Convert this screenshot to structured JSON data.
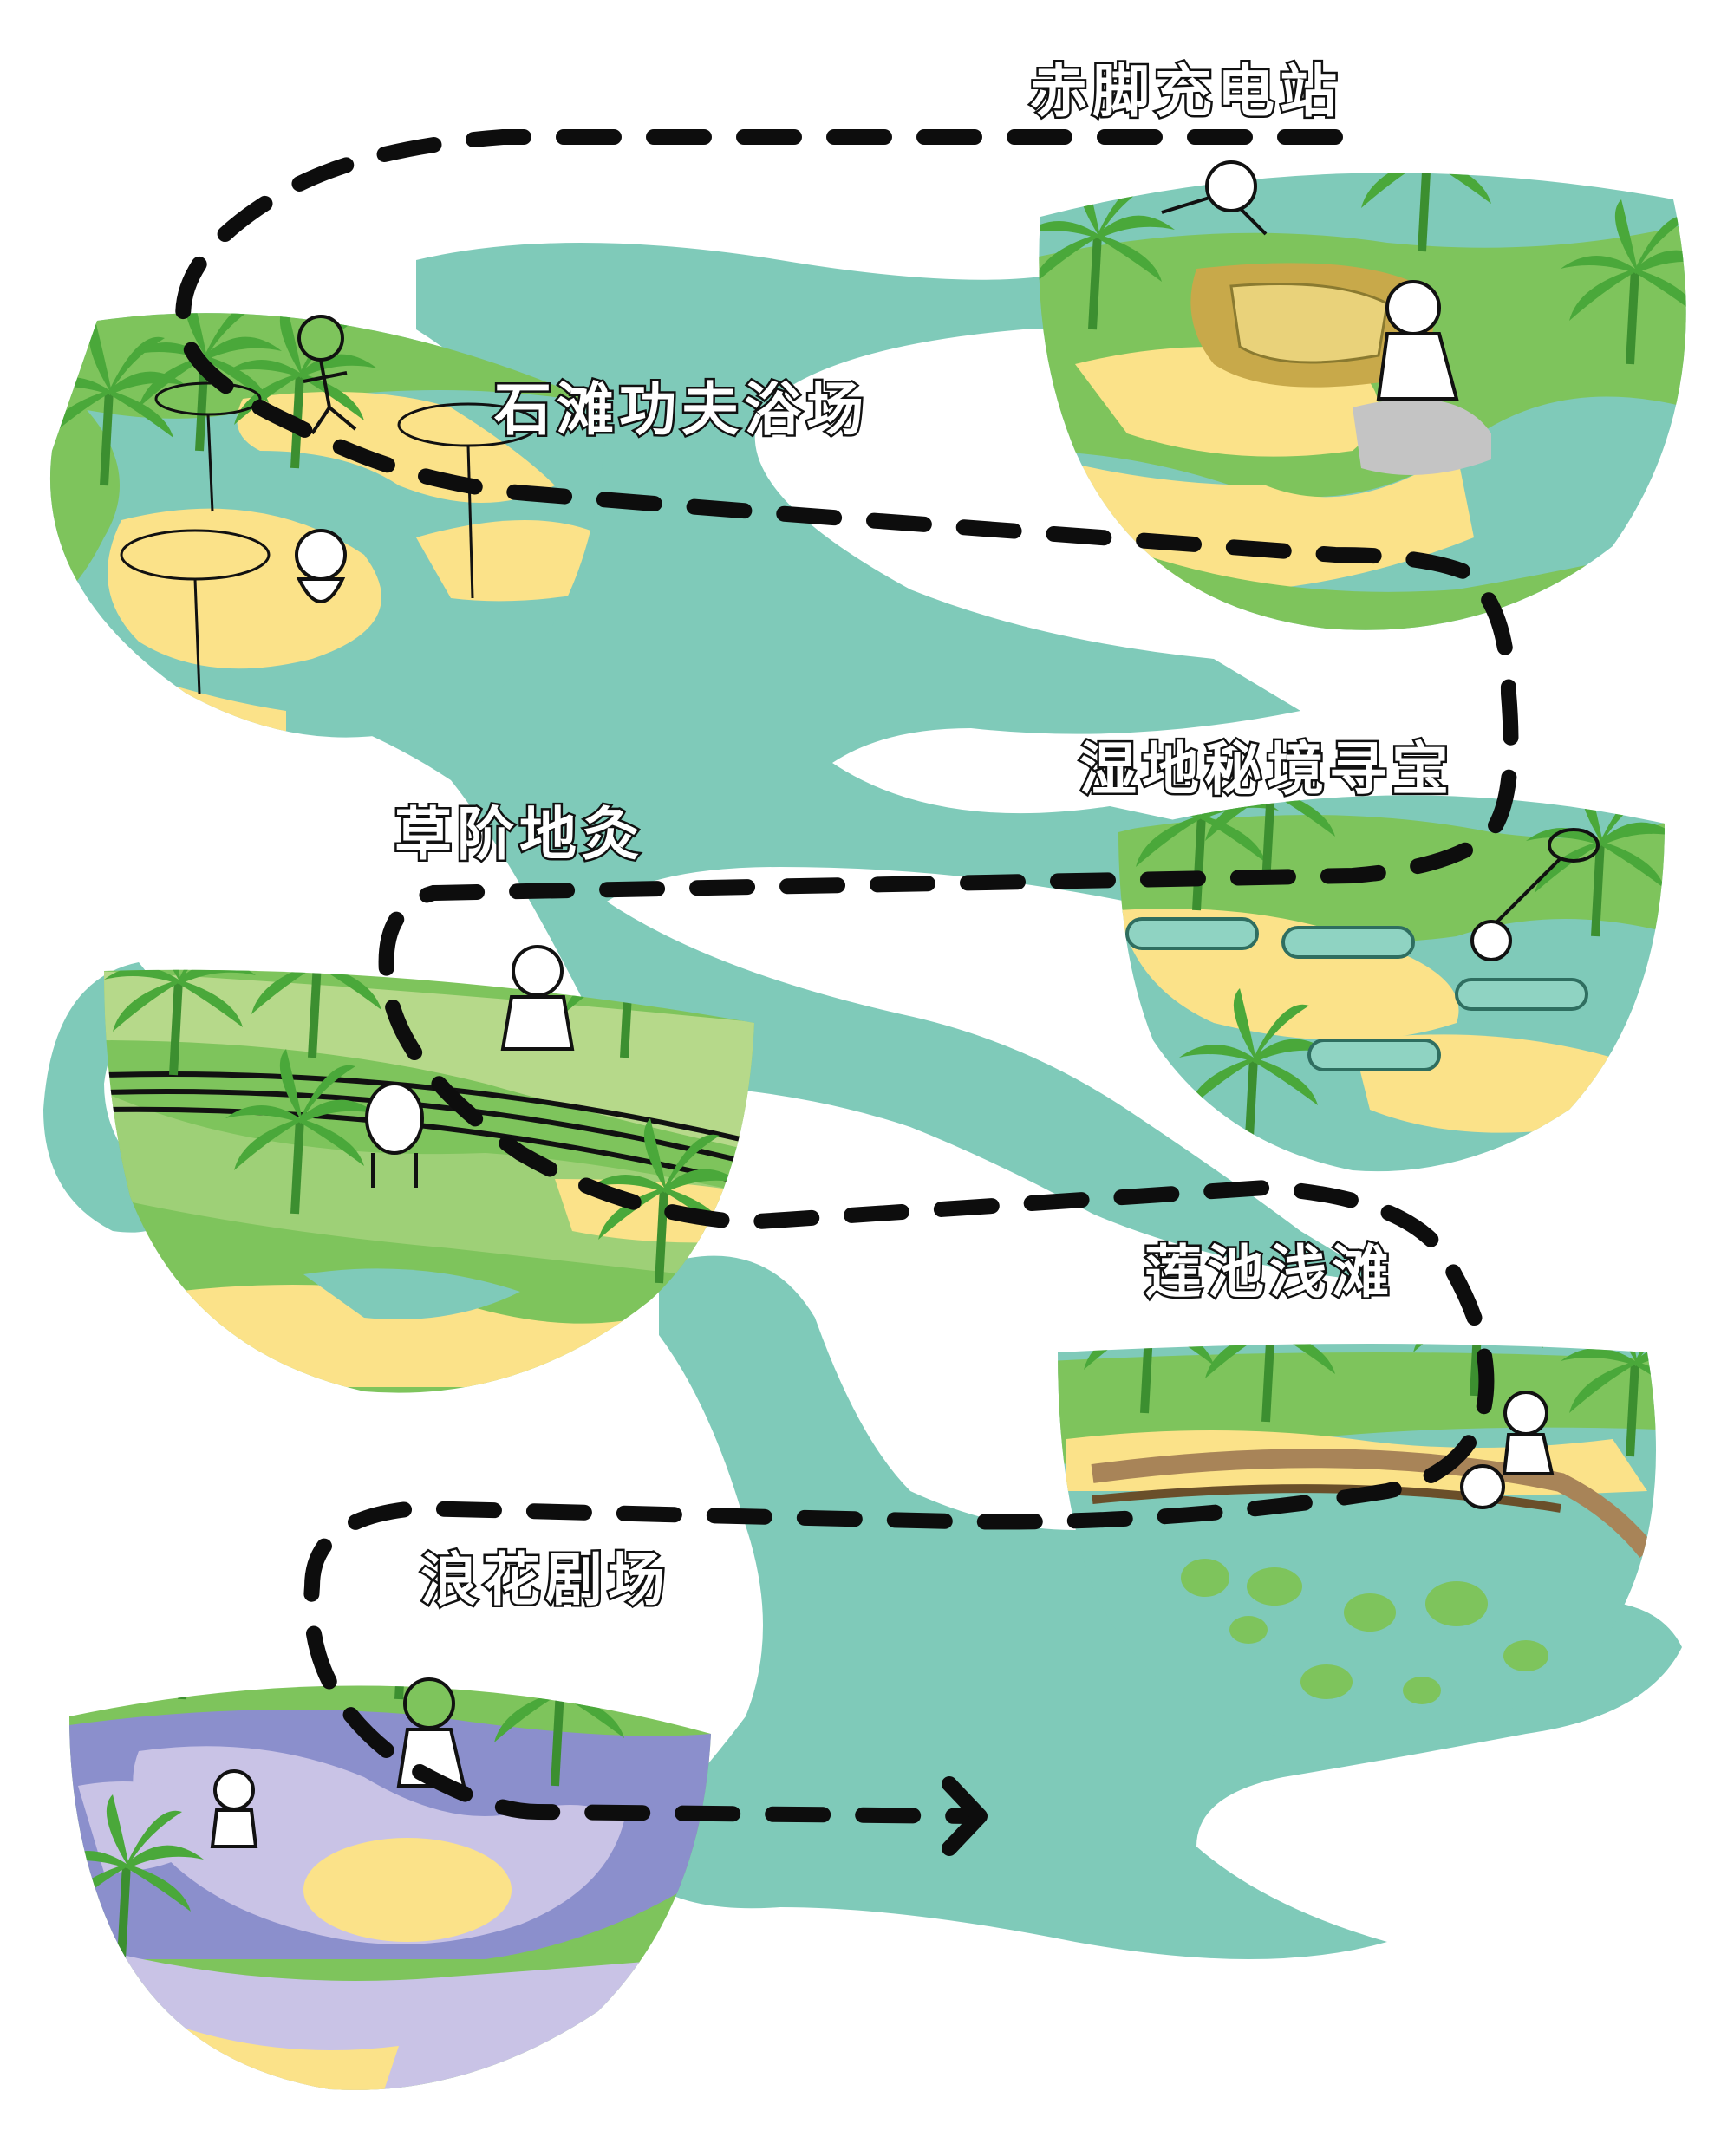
{
  "map": {
    "zones": [
      {
        "id": "chijiao",
        "label": "赤脚充电站"
      },
      {
        "id": "shitan",
        "label": "石滩功夫浴场"
      },
      {
        "id": "shidi",
        "label": "湿地秘境寻宝"
      },
      {
        "id": "caojie",
        "label": "草阶地灸"
      },
      {
        "id": "lianchi",
        "label": "莲池浅滩"
      },
      {
        "id": "langhua",
        "label": "浪花剧场"
      }
    ],
    "colors": {
      "water": "#7fcab9",
      "grass": "#7ec45c",
      "grass_light": "#b6d98a",
      "palm": "#4aa83a",
      "sand": "#fbe289",
      "purple": "#8b8fcc",
      "lavender": "#c9c3e6",
      "route": "#0d0d0d"
    }
  }
}
